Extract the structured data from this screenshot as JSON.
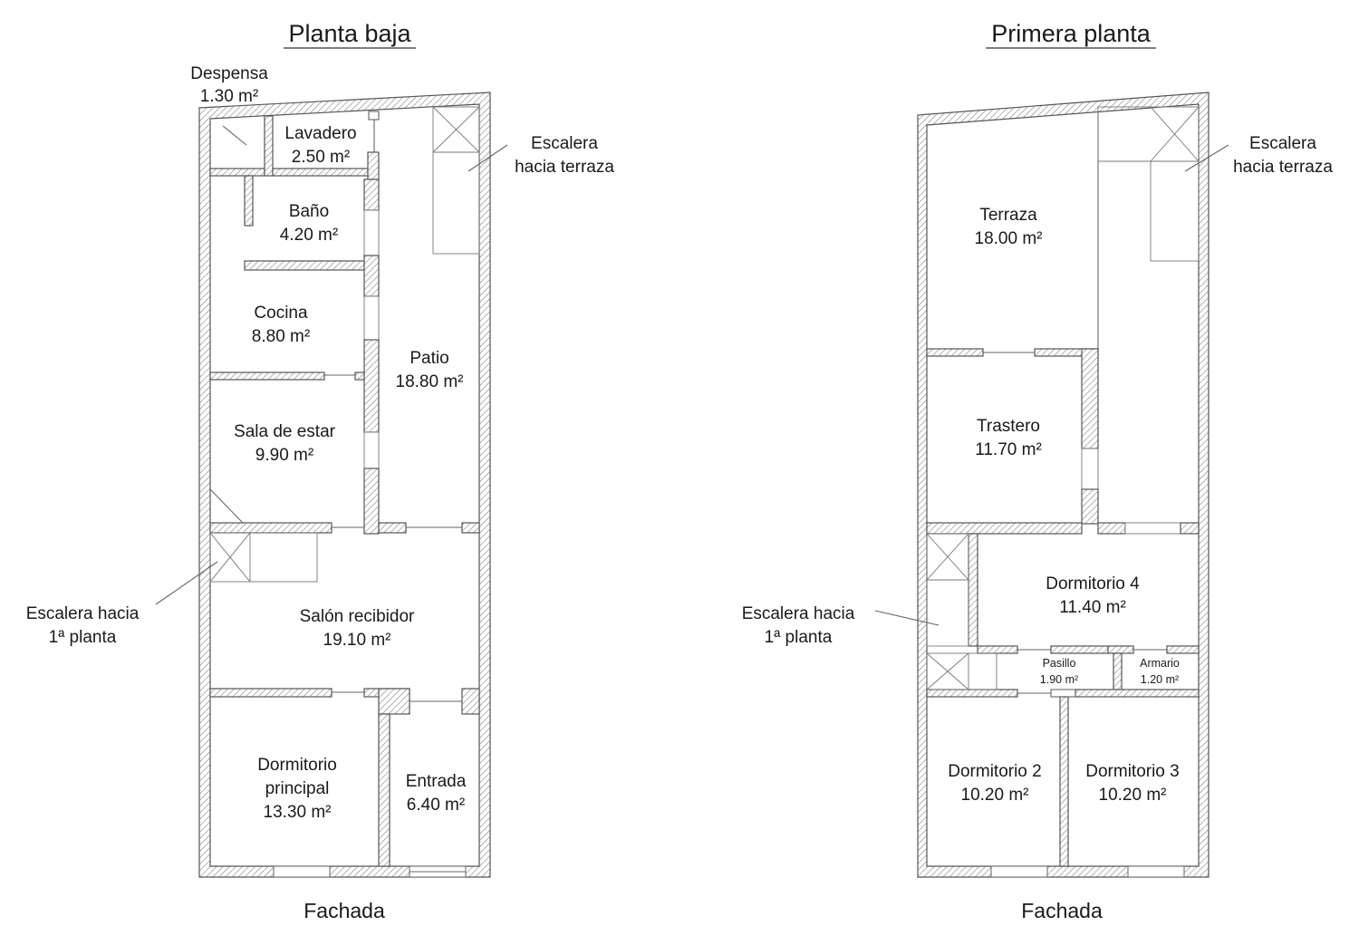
{
  "floors": [
    {
      "title": "Planta baja",
      "facade": "Fachada",
      "rooms": [
        {
          "name": "Despensa",
          "area": "1.30 m²"
        },
        {
          "name": "Lavadero",
          "area": "2.50 m²"
        },
        {
          "name": "Baño",
          "area": "4.20 m²"
        },
        {
          "name": "Cocina",
          "area": "8.80 m²"
        },
        {
          "name": "Patio",
          "area": "18.80 m²"
        },
        {
          "name": "Sala de estar",
          "area": "9.90 m²"
        },
        {
          "name": "Salón recibidor",
          "area": "19.10 m²"
        },
        {
          "name_line1": "Dormitorio",
          "name_line2": "principal",
          "area": "13.30 m²"
        },
        {
          "name": "Entrada",
          "area": "6.40 m²"
        }
      ],
      "notes": [
        {
          "line1": "Escalera",
          "line2": "hacia terraza"
        },
        {
          "line1": "Escalera hacia",
          "line2": "1ª planta"
        }
      ]
    },
    {
      "title": "Primera planta",
      "facade": "Fachada",
      "rooms": [
        {
          "name": "Terraza",
          "area": "18.00 m²"
        },
        {
          "name": "Trastero",
          "area": "11.70 m²"
        },
        {
          "name": "Dormitorio 4",
          "area": "11.40 m²"
        },
        {
          "name": "Pasillo",
          "area": "1.90 m²"
        },
        {
          "name": "Armario",
          "area": "1.20 m²"
        },
        {
          "name": "Dormitorio 2",
          "area": "10.20 m²"
        },
        {
          "name": "Dormitorio 3",
          "area": "10.20 m²"
        }
      ],
      "notes": [
        {
          "line1": "Escalera",
          "line2": "hacia terraza"
        },
        {
          "line1": "Escalera hacia",
          "line2": "1ª planta"
        }
      ]
    }
  ],
  "colors": {
    "wall_line": "#555555",
    "text": "#1a1a1a",
    "background": "#ffffff"
  }
}
